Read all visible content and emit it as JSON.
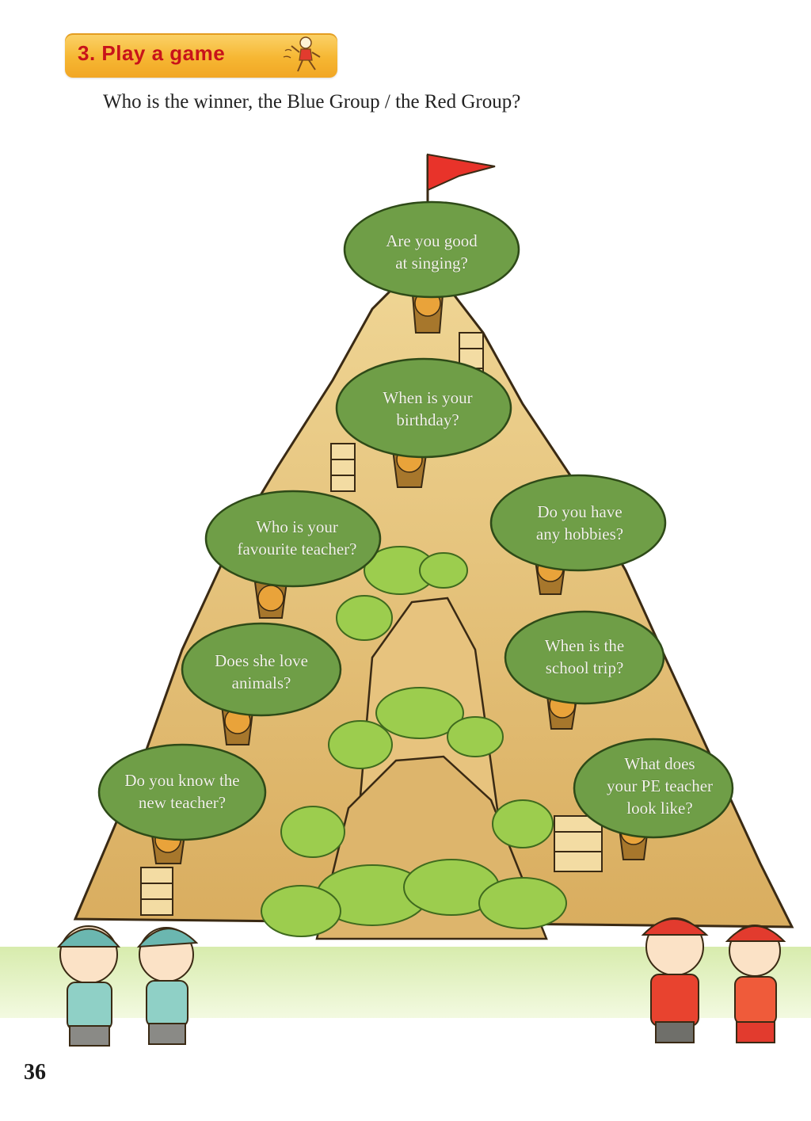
{
  "header": {
    "section_title": "3. Play a game",
    "question": "Who is the winner, the Blue Group / the Red Group?"
  },
  "mountain": {
    "clouds": [
      {
        "id": "top",
        "lines": [
          "Are you good",
          "at singing?"
        ]
      },
      {
        "id": "mid-upper",
        "lines": [
          "When is your",
          "birthday?"
        ]
      },
      {
        "id": "left-1",
        "lines": [
          "Who is your",
          "favourite teacher?"
        ]
      },
      {
        "id": "left-2",
        "lines": [
          "Does she love",
          "animals?"
        ]
      },
      {
        "id": "left-3",
        "lines": [
          "Do you know the",
          "new teacher?"
        ]
      },
      {
        "id": "right-1",
        "lines": [
          "Do you have",
          "any hobbies?"
        ]
      },
      {
        "id": "right-2",
        "lines": [
          "When is the",
          "school trip?"
        ]
      },
      {
        "id": "right-3",
        "lines": [
          "What does",
          "your PE teacher",
          "look like?"
        ]
      }
    ]
  },
  "groups": {
    "blue_color": "#6bb7b0",
    "red_color": "#e23b2e"
  },
  "colors": {
    "banner": "#f6b733",
    "title": "#c8131a",
    "mountain": "#e6c47c",
    "tree": "#6a9a45",
    "flag": "#e8332a"
  },
  "footer": {
    "page_number": "36"
  }
}
